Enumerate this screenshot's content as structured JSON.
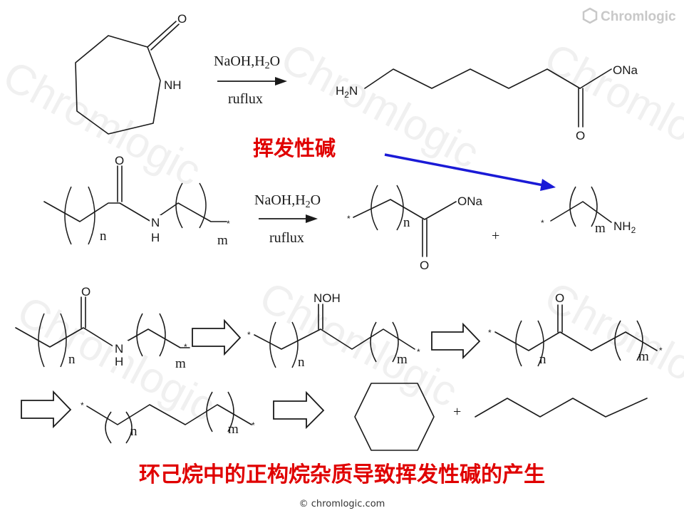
{
  "brand": {
    "name": "Chromlogic",
    "copyright": "© chromlogic.com",
    "watermark": "Chromlogic"
  },
  "callout": {
    "text": "挥发性碱",
    "arrow_color": "#1a1ad6"
  },
  "caption": "环己烷中的正构烷杂质导致挥发性碱的产生",
  "accent_color": "#e00000",
  "reaction1": {
    "reagent": "NaOH,H",
    "reagent_sub": "2",
    "reagent_tail": "O",
    "condition": "ruflux",
    "reactant_atoms": {
      "carbonyl_o": "O",
      "amine": "NH"
    },
    "product_atoms": {
      "amine_h": "H",
      "amine_sub": "2",
      "amine_n": "N",
      "ona": "ONa",
      "carbonyl_o": "O"
    }
  },
  "reaction2": {
    "reagent": "NaOH,H",
    "reagent_sub": "2",
    "reagent_tail": "O",
    "condition": "ruflux",
    "polymer_atoms": {
      "carbonyl_o": "O",
      "n_atom": "N",
      "h_atom": "H",
      "n_index": "n",
      "m_index": "m",
      "star": "*"
    },
    "product1_atoms": {
      "star": "*",
      "n_index": "n",
      "ona": "ONa",
      "carbonyl_o": "O"
    },
    "plus": "+",
    "product2_atoms": {
      "star": "*",
      "m_index": "m",
      "nh": "NH",
      "nh_sub": "2"
    }
  },
  "sequence": {
    "s1": {
      "carbonyl_o": "O",
      "n_atom": "N",
      "h_atom": "H",
      "n_index": "n",
      "m_index": "m",
      "star": "*"
    },
    "s2": {
      "star_left": "*",
      "oxime": "NOH",
      "n_index": "n",
      "m_index": "m",
      "star_right": "*"
    },
    "s3": {
      "star_left": "*",
      "carbonyl_o": "O",
      "n_index": "n",
      "m_index": "m",
      "star_right": "*"
    },
    "s4": {
      "star_left": "*",
      "n_index": "n",
      "m_index": "m",
      "star_right": "*"
    },
    "plus": "+"
  }
}
